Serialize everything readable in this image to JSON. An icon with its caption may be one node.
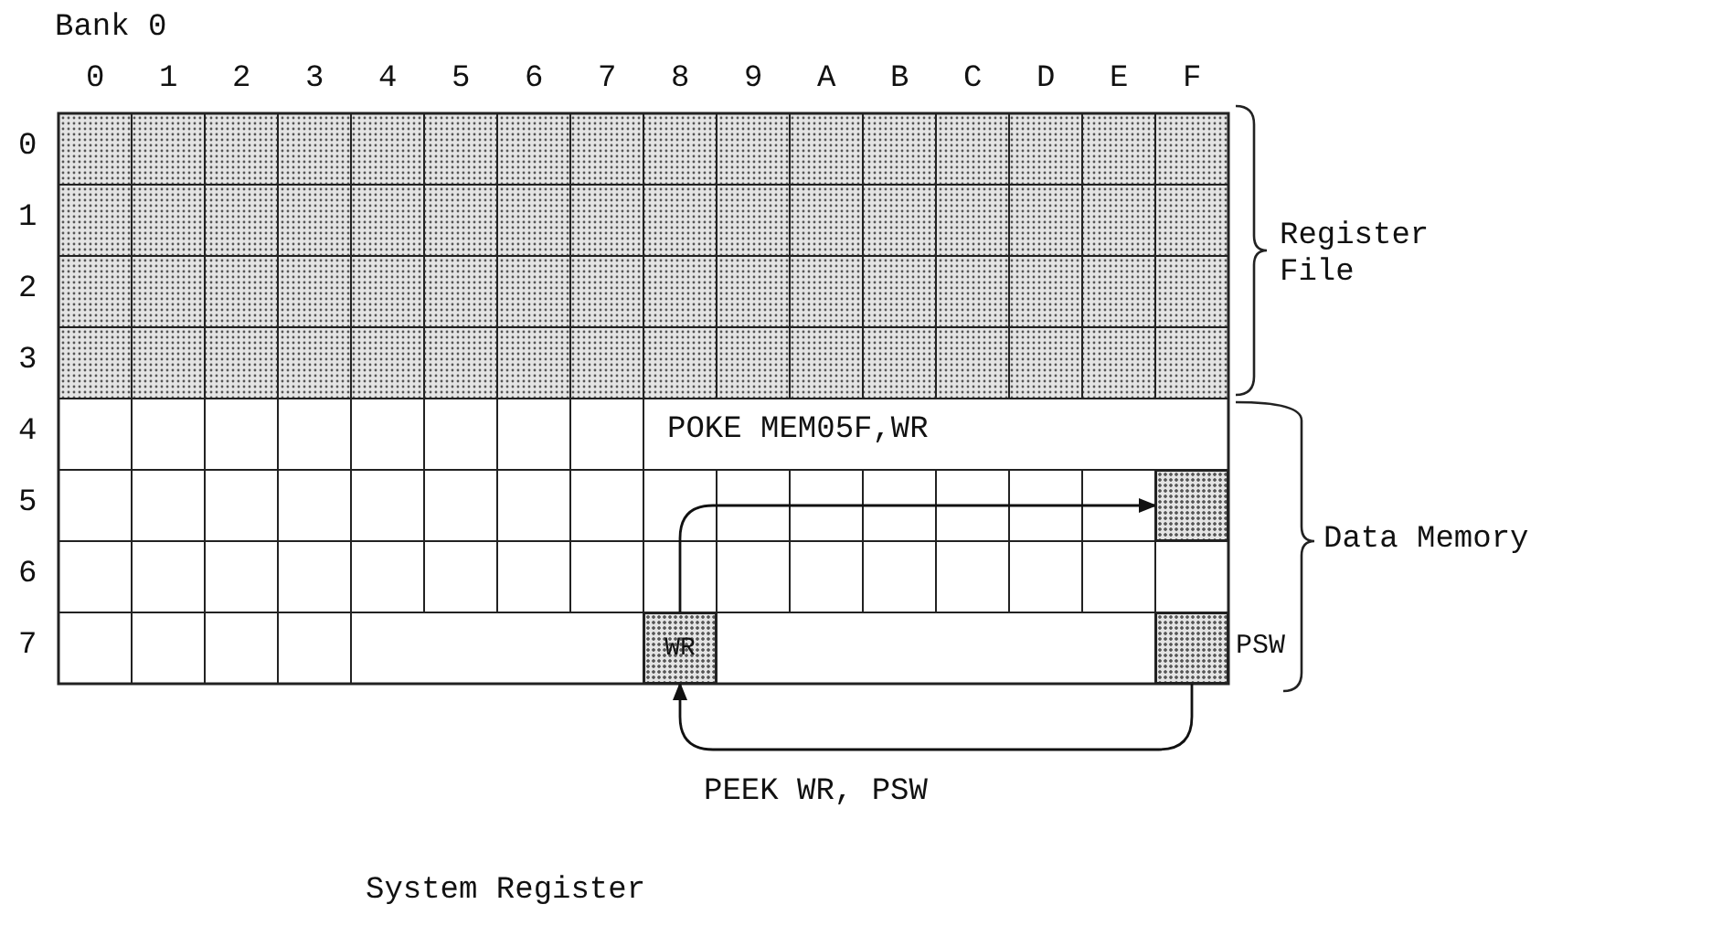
{
  "diagram": {
    "nodes": [
      {
        "text": [
          "WR"
        ]
      },
      {
        "text": [],
        "shape": "box"
      },
      {
        "text": [],
        "shape": "box",
        "beside": [
          "PSW"
        ]
      }
    ],
    "edges": [
      {
        "from": 0,
        "to": 1,
        "arrow": "to",
        "label": "POKE MEM05F,WR"
      },
      {
        "from": 2,
        "to": 0,
        "arrow": "to",
        "label": "PEEK WR, PSW"
      }
    ],
    "labels": [
      "Bank 0",
      "0",
      "1",
      "2",
      "3",
      "4",
      "5",
      "6",
      "7",
      "8",
      "9",
      "A",
      "B",
      "C",
      "D",
      "E",
      "F",
      "0",
      "1",
      "2",
      "3",
      "4",
      "5",
      "6",
      "7",
      "Register File",
      "Data Memory",
      "System Register"
    ]
  }
}
